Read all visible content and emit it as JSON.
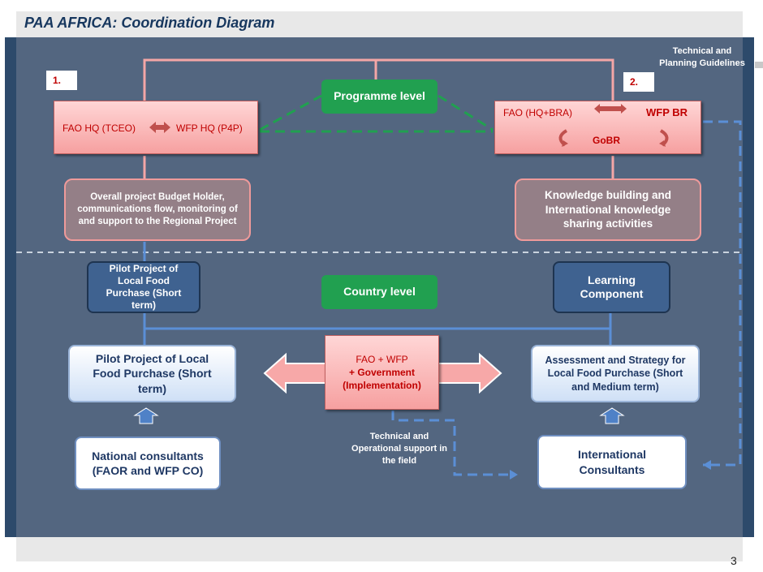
{
  "title": "PAA AFRICA: Coordination Diagram",
  "page_number": "3",
  "labels": {
    "num1": "1.",
    "num2": "2.",
    "programme_level": "Programme level",
    "country_level": "Country level",
    "technical_planning": "Technical and Planning Guidelines",
    "technical_operational": "Technical and Operational support in the field"
  },
  "boxes": {
    "fao_hq": "FAO HQ (TCEO)",
    "wfp_hq": "WFP HQ (P4P)",
    "fao_hq_bra": "FAO (HQ+BRA)",
    "wfp_br": "WFP BR",
    "gobr": "GoBR",
    "overall_budget": "Overall project Budget Holder, communications flow, monitoring of and support to the Regional Project",
    "knowledge_building": "Knowledge building and International knowledge sharing activities",
    "pilot_short_top": "Pilot Project of Local Food Purchase (Short term)",
    "learning_component": "Learning Component",
    "pilot_short_bottom": "Pilot Project of Local Food Purchase (Short term)",
    "assessment_strategy": "Assessment and Strategy for Local Food Purchase (Short and Medium term)",
    "implementation_line1": "FAO + WFP",
    "implementation_line2": "+ Government",
    "implementation_line3": "(Implementation)",
    "national_consultants": "National consultants (FAOR and WFP CO)",
    "international_consultants": "International Consultants"
  },
  "colors": {
    "background": "#536680",
    "pink_line": "#f4a6a6",
    "blue_line": "#5b8fd6",
    "green_dash": "#21a050",
    "accent_red": "#c00000"
  }
}
